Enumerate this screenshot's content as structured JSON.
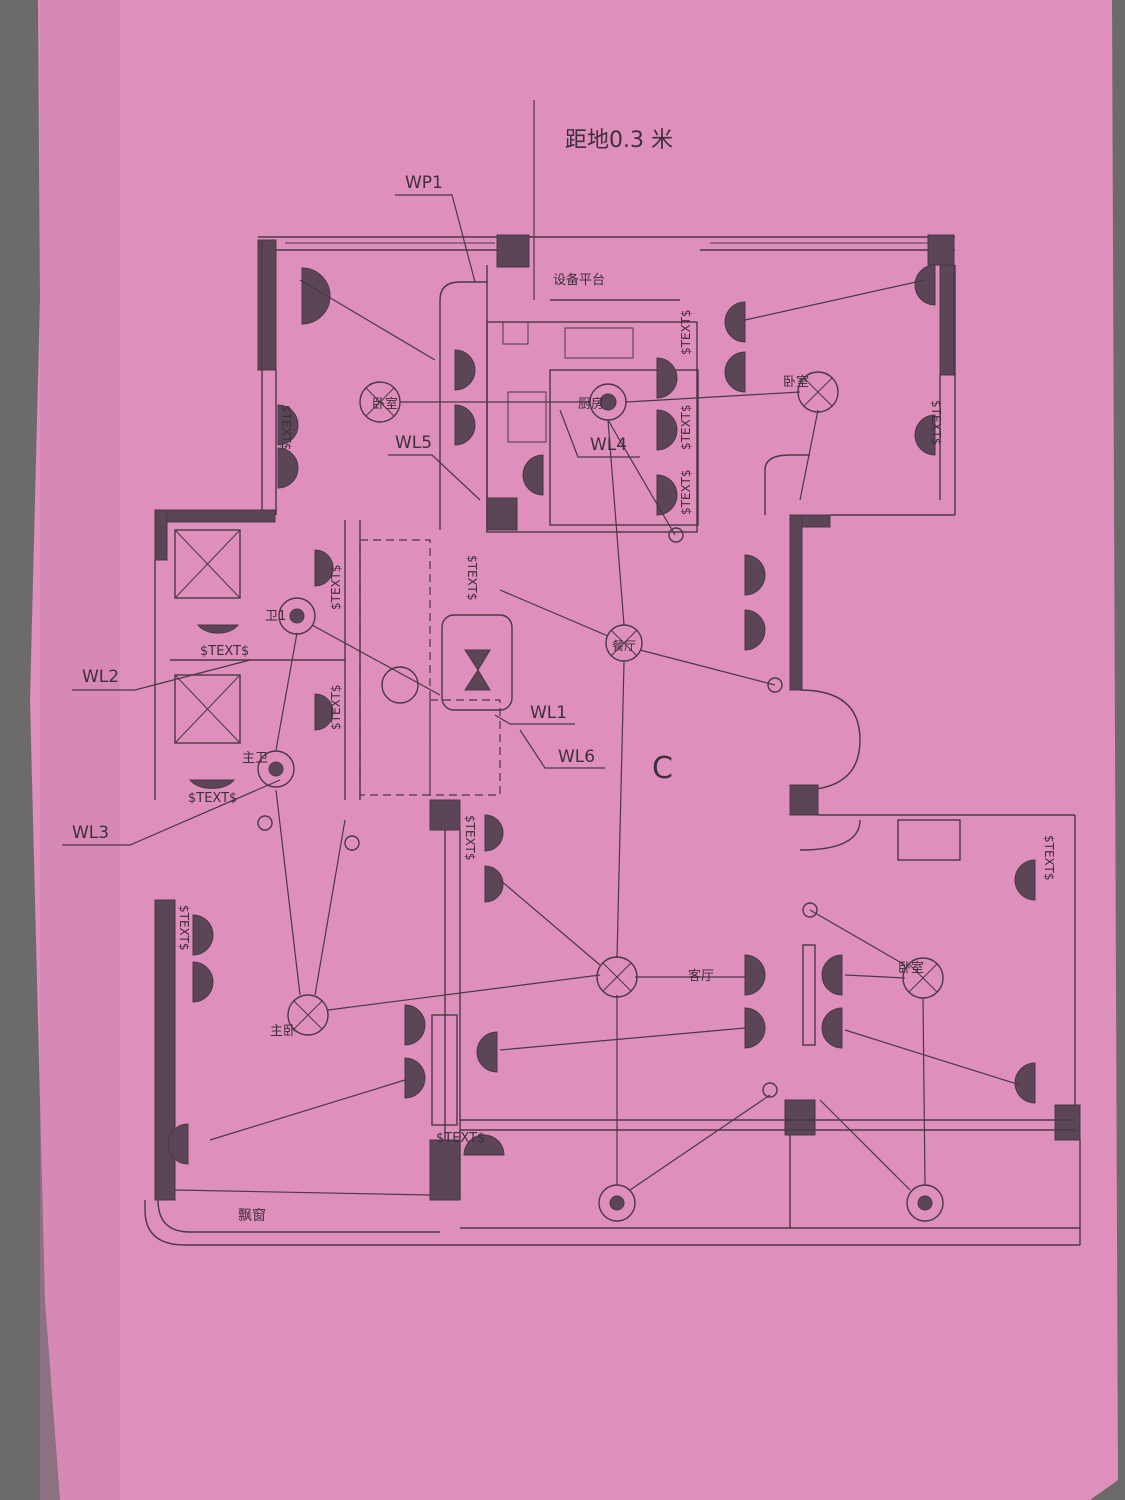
{
  "title_note": "距地0.3 米",
  "circuits": {
    "wp1": "WP1",
    "wl1": "WL1",
    "wl2": "WL2",
    "wl3": "WL3",
    "wl4": "WL4",
    "wl5": "WL5",
    "wl6": "WL6"
  },
  "rooms": {
    "equipment_platform": "设备平台",
    "bedroom_nw": "卧室",
    "kitchen": "厨房",
    "bedroom_ne": "卧室",
    "bath1": "卫1",
    "master_bath": "主卫",
    "dining": "餐厅",
    "living": "客厅",
    "master_bedroom": "主卧",
    "bedroom_se": "卧室",
    "bay_window": "飘窗",
    "marker_c": "C"
  },
  "placeholder_text": "$TEXT$",
  "colors": {
    "paper": "#de8fbb",
    "ink": "#4a3846",
    "background": "#6d6a6c"
  }
}
